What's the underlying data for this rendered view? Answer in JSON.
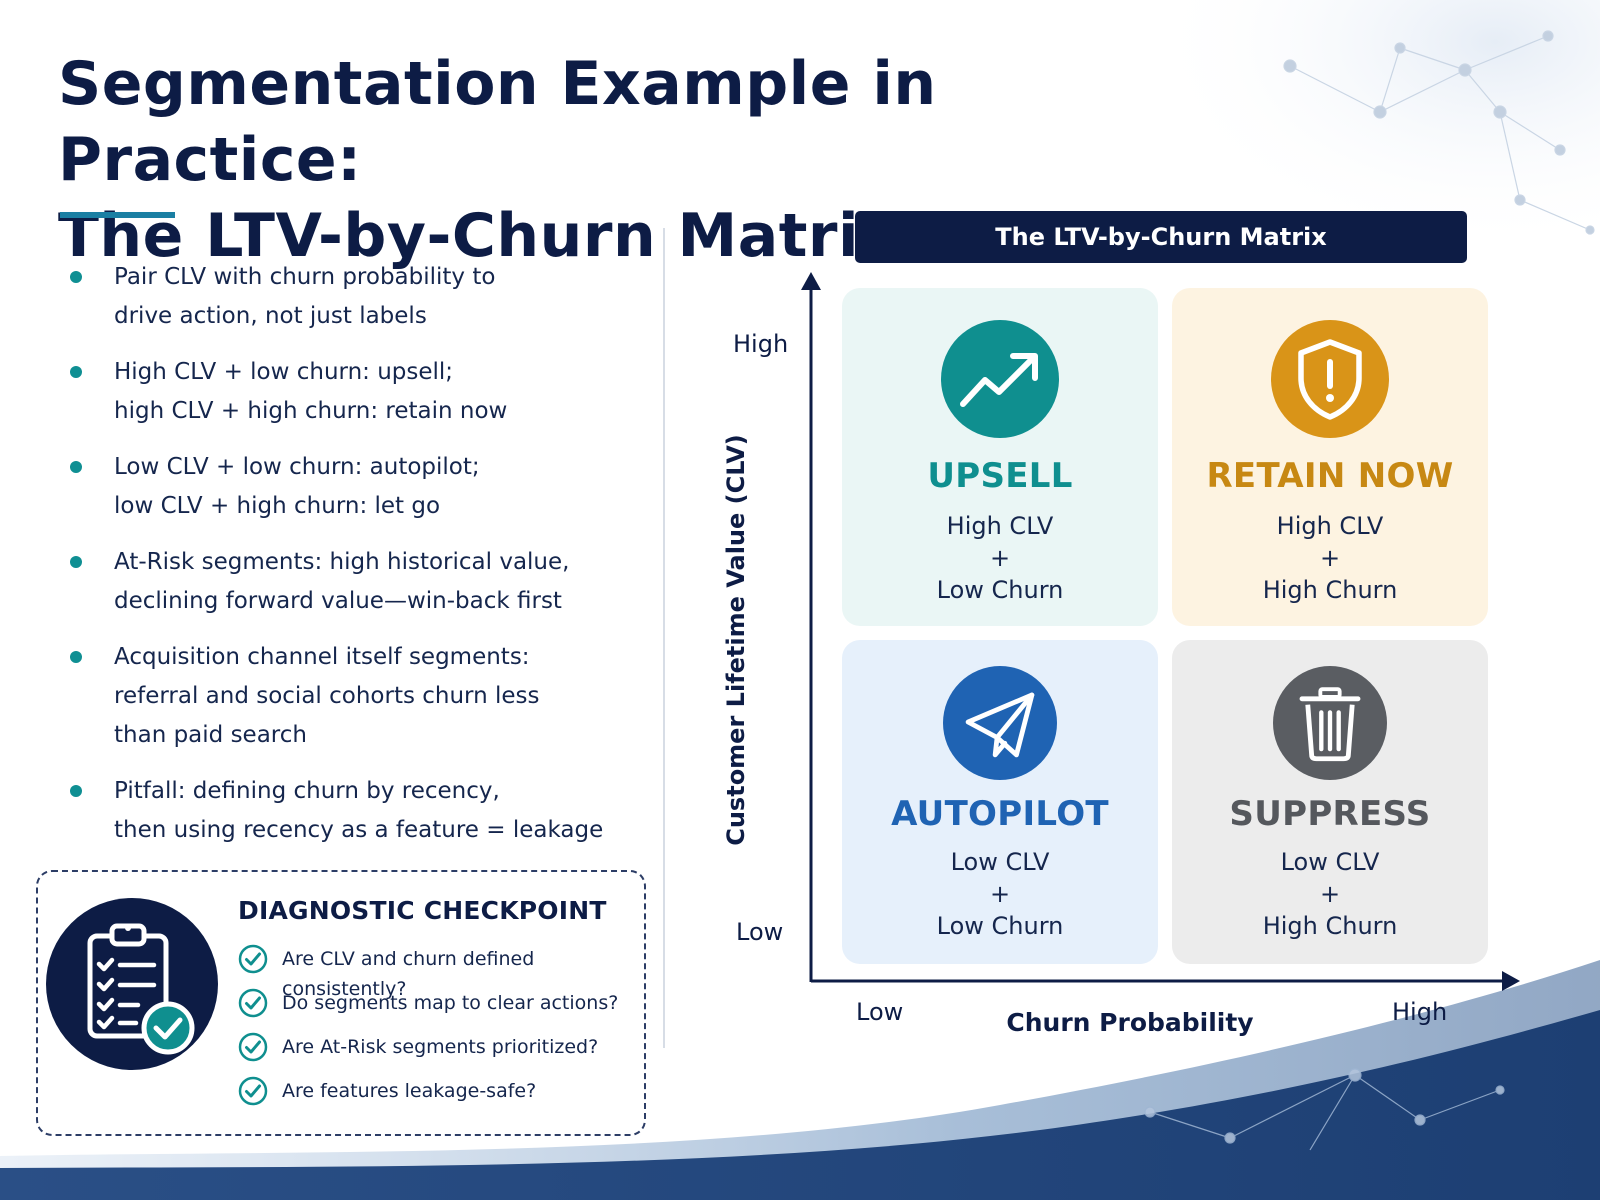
{
  "title": {
    "line1": "Segmentation Example in Practice:",
    "line2": "The LTV-by-Churn Matrix"
  },
  "bullets": [
    {
      "line1": "Pair CLV with churn probability to",
      "line2": "drive action, not just labels"
    },
    {
      "line1": "High CLV + low churn: upsell;",
      "line2": "high CLV + high churn: retain now"
    },
    {
      "line1": "Low CLV + low churn: autopilot;",
      "line2": "low CLV + high churn: let go"
    },
    {
      "line1": "At-Risk segments: high historical value,",
      "line2": "declining forward value—win-back first"
    },
    {
      "line1": "Acquisition channel itself segments:",
      "line2": "referral and social cohorts churn less",
      "line3": "than paid search"
    },
    {
      "line1": "Pitfall: defining churn by recency,",
      "line2": "then using recency as a feature = leakage"
    }
  ],
  "checkpoint": {
    "title": "DIAGNOSTIC CHECKPOINT",
    "badge_icon": "clipboard-check-icon",
    "items": [
      "Are CLV and churn defined consistently?",
      "Do segments map to clear actions?",
      "Are At-Risk segments prioritized?",
      "Are features leakage-safe?"
    ]
  },
  "matrix": {
    "header": "The LTV-by-Churn Matrix",
    "y_axis_label": "Customer Lifetime Value (CLV)",
    "y_ticks": [
      "High",
      "Low"
    ],
    "x_axis_label": "Churn Probability",
    "x_ticks": [
      "Low",
      "High"
    ],
    "quadrants": {
      "top_left": {
        "name": "UPSELL",
        "line1": "High CLV",
        "line2": "+",
        "line3": "Low Churn",
        "icon": "trending-up-icon",
        "color": "#0f8f8f"
      },
      "top_right": {
        "name": "RETAIN NOW",
        "line1": "High CLV",
        "line2": "+",
        "line3": "High Churn",
        "icon": "shield-alert-icon",
        "color": "#d99418"
      },
      "bottom_left": {
        "name": "AUTOPILOT",
        "line1": "Low CLV",
        "line2": "+",
        "line3": "Low Churn",
        "icon": "paper-plane-icon",
        "color": "#1f63b3"
      },
      "bottom_right": {
        "name": "SUPPRESS",
        "line1": "Low CLV",
        "line2": "+",
        "line3": "High Churn",
        "icon": "trash-icon",
        "color": "#5a5d62"
      }
    }
  },
  "colors": {
    "navy": "#0d1c45",
    "teal": "#0f8f8f",
    "amber": "#d99418",
    "blue": "#1f63b3",
    "gray": "#5a5d62"
  }
}
